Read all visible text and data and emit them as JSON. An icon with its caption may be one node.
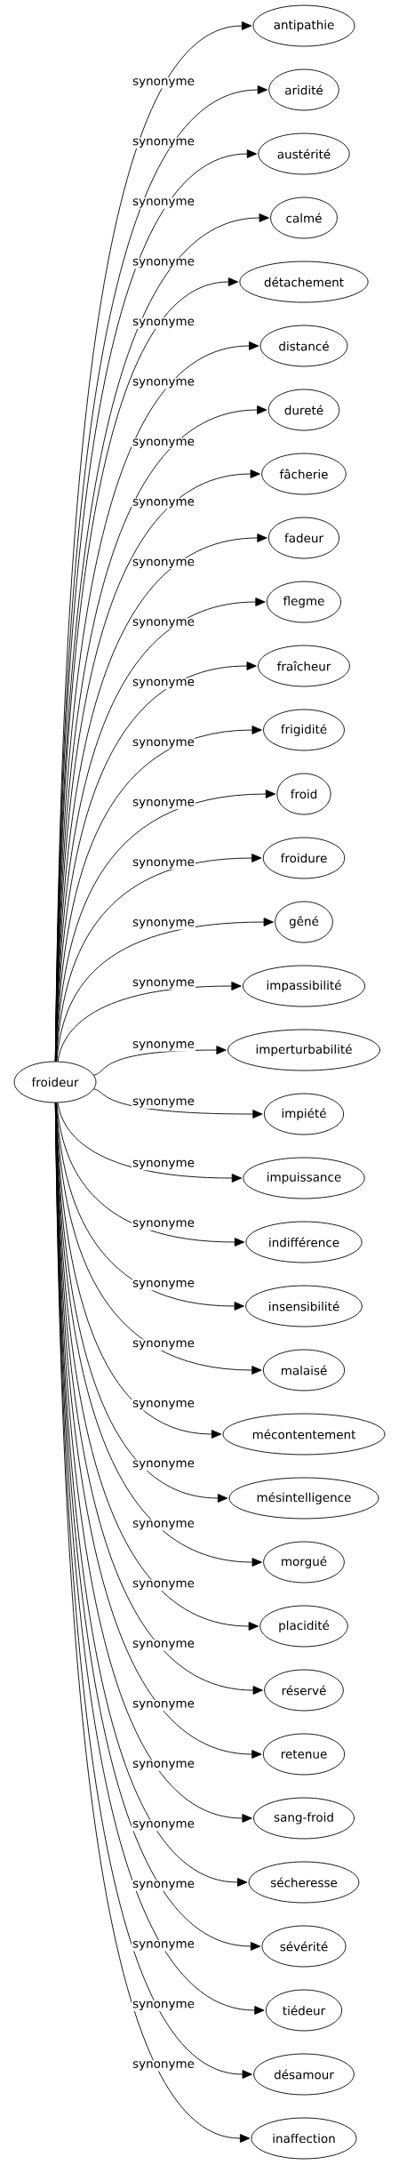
{
  "diagram": {
    "nodes": [
      {
        "text": [
          "froideur"
        ]
      },
      {
        "text": [
          "antipathie"
        ]
      },
      {
        "text": [
          "aridité"
        ]
      },
      {
        "text": [
          "austérité"
        ]
      },
      {
        "text": [
          "calmé"
        ]
      },
      {
        "text": [
          "détachement"
        ]
      },
      {
        "text": [
          "distancé"
        ]
      },
      {
        "text": [
          "dureté"
        ]
      },
      {
        "text": [
          "fâcherie"
        ]
      },
      {
        "text": [
          "fadeur"
        ]
      },
      {
        "text": [
          "flegme"
        ]
      },
      {
        "text": [
          "fraîcheur"
        ]
      },
      {
        "text": [
          "frigidité"
        ]
      },
      {
        "text": [
          "froid"
        ]
      },
      {
        "text": [
          "froidure"
        ]
      },
      {
        "text": [
          "gêné"
        ]
      },
      {
        "text": [
          "impassibilité"
        ]
      },
      {
        "text": [
          "imperturbabilité"
        ]
      },
      {
        "text": [
          "impiété"
        ]
      },
      {
        "text": [
          "impuissance"
        ]
      },
      {
        "text": [
          "indifférence"
        ]
      },
      {
        "text": [
          "insensibilité"
        ]
      },
      {
        "text": [
          "malaisé"
        ]
      },
      {
        "text": [
          "mécontentement"
        ]
      },
      {
        "text": [
          "mésintelligence"
        ]
      },
      {
        "text": [
          "morgué"
        ]
      },
      {
        "text": [
          "placidité"
        ]
      },
      {
        "text": [
          "réservé"
        ]
      },
      {
        "text": [
          "retenue"
        ]
      },
      {
        "text": [
          "sang-froid"
        ]
      },
      {
        "text": [
          "sécheresse"
        ]
      },
      {
        "text": [
          "sévérité"
        ]
      },
      {
        "text": [
          "tiédeur"
        ]
      },
      {
        "text": [
          "désamour"
        ]
      },
      {
        "text": [
          "inaffection"
        ]
      }
    ],
    "edges": [
      {
        "from": 0,
        "to": 1,
        "label": "synonyme",
        "arrow": "to"
      },
      {
        "from": 0,
        "to": 2,
        "label": "synonyme",
        "arrow": "to"
      },
      {
        "from": 0,
        "to": 3,
        "label": "synonyme",
        "arrow": "to"
      },
      {
        "from": 0,
        "to": 4,
        "label": "synonyme",
        "arrow": "to"
      },
      {
        "from": 0,
        "to": 5,
        "label": "synonyme",
        "arrow": "to"
      },
      {
        "from": 0,
        "to": 6,
        "label": "synonyme",
        "arrow": "to"
      },
      {
        "from": 0,
        "to": 7,
        "label": "synonyme",
        "arrow": "to"
      },
      {
        "from": 0,
        "to": 8,
        "label": "synonyme",
        "arrow": "to"
      },
      {
        "from": 0,
        "to": 9,
        "label": "synonyme",
        "arrow": "to"
      },
      {
        "from": 0,
        "to": 10,
        "label": "synonyme",
        "arrow": "to"
      },
      {
        "from": 0,
        "to": 11,
        "label": "synonyme",
        "arrow": "to"
      },
      {
        "from": 0,
        "to": 12,
        "label": "synonyme",
        "arrow": "to"
      },
      {
        "from": 0,
        "to": 13,
        "label": "synonyme",
        "arrow": "to"
      },
      {
        "from": 0,
        "to": 14,
        "label": "synonyme",
        "arrow": "to"
      },
      {
        "from": 0,
        "to": 15,
        "label": "synonyme",
        "arrow": "to"
      },
      {
        "from": 0,
        "to": 16,
        "label": "synonyme",
        "arrow": "to"
      },
      {
        "from": 0,
        "to": 17,
        "label": "synonyme",
        "arrow": "to"
      },
      {
        "from": 0,
        "to": 18,
        "label": "synonyme",
        "arrow": "to"
      },
      {
        "from": 0,
        "to": 19,
        "label": "synonyme",
        "arrow": "to"
      },
      {
        "from": 0,
        "to": 20,
        "label": "synonyme",
        "arrow": "to"
      },
      {
        "from": 0,
        "to": 21,
        "label": "synonyme",
        "arrow": "to"
      },
      {
        "from": 0,
        "to": 22,
        "label": "synonyme",
        "arrow": "to"
      },
      {
        "from": 0,
        "to": 23,
        "label": "synonyme",
        "arrow": "to"
      },
      {
        "from": 0,
        "to": 24,
        "label": "synonyme",
        "arrow": "to"
      },
      {
        "from": 0,
        "to": 25,
        "label": "synonyme",
        "arrow": "to"
      },
      {
        "from": 0,
        "to": 26,
        "label": "synonyme",
        "arrow": "to"
      },
      {
        "from": 0,
        "to": 27,
        "label": "synonyme",
        "arrow": "to"
      },
      {
        "from": 0,
        "to": 28,
        "label": "synonyme",
        "arrow": "to"
      },
      {
        "from": 0,
        "to": 29,
        "label": "synonyme",
        "arrow": "to"
      },
      {
        "from": 0,
        "to": 30,
        "label": "synonyme",
        "arrow": "to"
      },
      {
        "from": 0,
        "to": 31,
        "label": "synonyme",
        "arrow": "to"
      },
      {
        "from": 0,
        "to": 32,
        "label": "synonyme",
        "arrow": "to"
      },
      {
        "from": 0,
        "to": 33,
        "label": "synonyme",
        "arrow": "to"
      },
      {
        "from": 0,
        "to": 34,
        "label": "synonyme",
        "arrow": "to"
      }
    ]
  }
}
